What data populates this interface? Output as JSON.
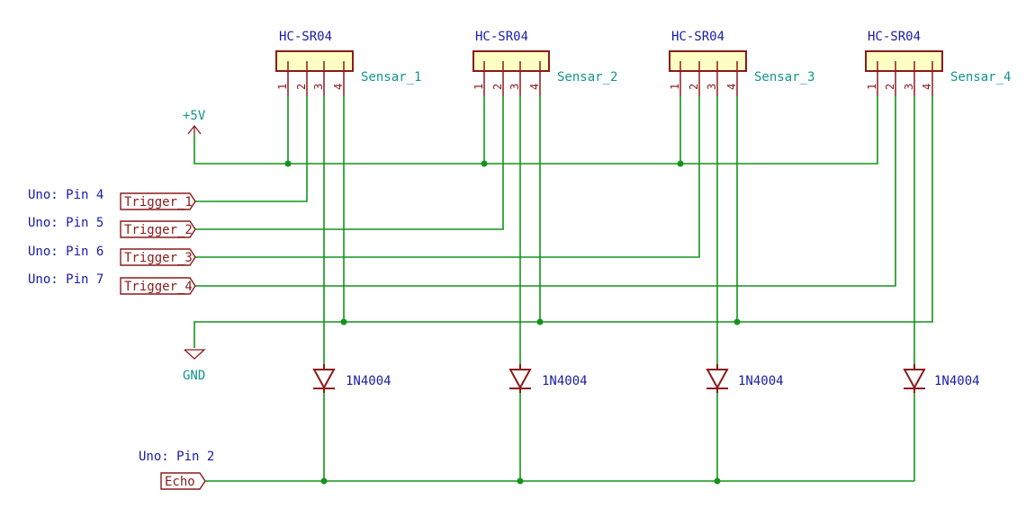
{
  "colors": {
    "wire": "#13941a",
    "component": "#8b1a1a",
    "component_fill": "#ffffc4",
    "value_text": "#1a1aa8",
    "ref_text": "#13948c",
    "comment_text": "#1a1aa8"
  },
  "sensors": [
    {
      "value": "HC-SR04",
      "ref": "Sensar_1",
      "pins": [
        "1",
        "2",
        "3",
        "4"
      ]
    },
    {
      "value": "HC-SR04",
      "ref": "Sensar_2",
      "pins": [
        "1",
        "2",
        "3",
        "4"
      ]
    },
    {
      "value": "HC-SR04",
      "ref": "Sensar_3",
      "pins": [
        "1",
        "2",
        "3",
        "4"
      ]
    },
    {
      "value": "HC-SR04",
      "ref": "Sensar_4",
      "pins": [
        "1",
        "2",
        "3",
        "4"
      ]
    }
  ],
  "power": {
    "vcc": "+5V",
    "gnd": "GND"
  },
  "triggers": [
    {
      "comment": "Uno: Pin 4",
      "label": "Trigger_1"
    },
    {
      "comment": "Uno: Pin 5",
      "label": "Trigger_2"
    },
    {
      "comment": "Uno: Pin 6",
      "label": "Trigger_3"
    },
    {
      "comment": "Uno: Pin 7",
      "label": "Trigger_4"
    }
  ],
  "diodes": [
    {
      "value": "1N4004"
    },
    {
      "value": "1N4004"
    },
    {
      "value": "1N4004"
    },
    {
      "value": "1N4004"
    }
  ],
  "echo": {
    "comment": "Uno: Pin 2",
    "label": "Echo"
  }
}
